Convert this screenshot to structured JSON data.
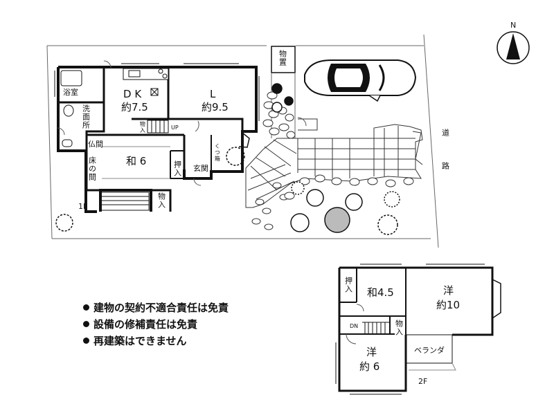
{
  "compass": {
    "north": "N"
  },
  "floor1": {
    "level": "1F",
    "dk": {
      "name": "D K",
      "size": "約7.5"
    },
    "living": {
      "name": "L",
      "size": "約9.5"
    },
    "bath": "浴室",
    "washroom": "洗面所",
    "butsuma": "仏間",
    "tokonoma": "床の間",
    "washitsu": "和 6",
    "oshiire": "押入",
    "storage_small": "物入",
    "storage_south": "物入",
    "up": "UP",
    "genkan": "玄関",
    "shoebox": "くつ箱",
    "shed": "物置",
    "road": "道 路"
  },
  "floor2": {
    "level": "2F",
    "washitsu": "和4.5",
    "oshiire": "押入",
    "western_large": {
      "name": "洋",
      "size": "約10"
    },
    "western_small": {
      "name": "洋",
      "size": "約 6"
    },
    "storage": "物入",
    "veranda": "ベランダ",
    "down": "DN"
  },
  "notes": [
    "建物の契約不適合責任は免責",
    "設備の修補責任は免責",
    "再建築はできません"
  ]
}
